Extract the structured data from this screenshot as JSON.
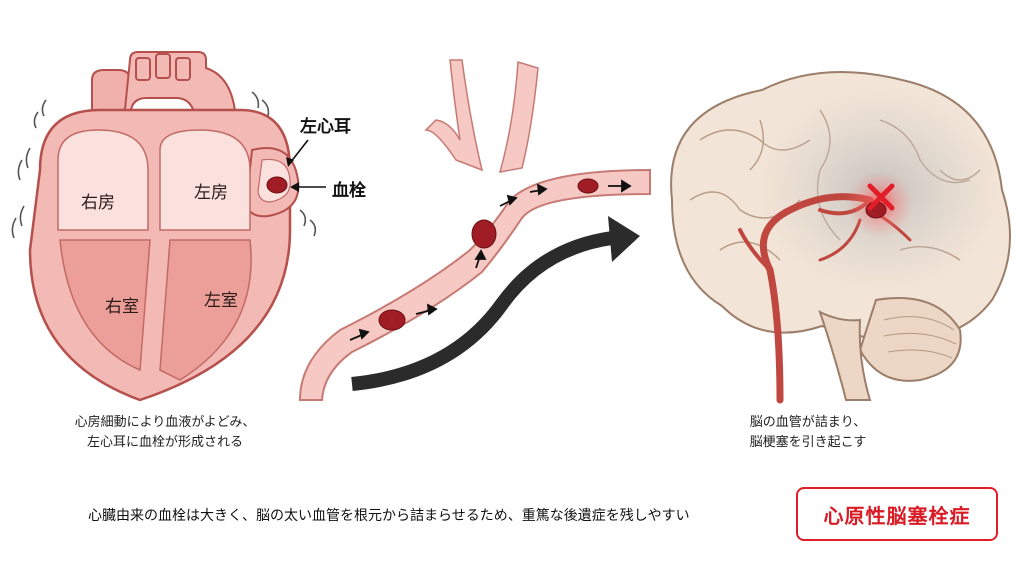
{
  "heart": {
    "labels": {
      "right_atrium": "右房",
      "left_atrium": "左房",
      "right_ventricle": "右室",
      "left_ventricle": "左室"
    },
    "callouts": {
      "left_atrial_appendage": "左心耳",
      "thrombus": "血栓"
    },
    "caption_lines": [
      "心房細動により血液がよどみ、",
      "左心耳に血栓が形成される"
    ]
  },
  "brain": {
    "caption_lines": [
      "脳の血管が詰まり、",
      "脳梗塞を引き起こす"
    ]
  },
  "bottom": {
    "note": "心臓由来の血栓は大きく、脳の太い血管を根元から詰まらせるため、重篤な後遺症を残しやすい",
    "badge": "心原性脳塞栓症"
  },
  "colors": {
    "heart_fill": "#f3b9b4",
    "heart_outline": "#b5504c",
    "vessel_fill": "#f6c9c4",
    "clot": "#a11d25",
    "brain_fill": "#f2e4d6",
    "infarct_gray": "#bdbdbd",
    "accent_red": "#e11d2a",
    "big_arrow": "#2b2b2b"
  }
}
